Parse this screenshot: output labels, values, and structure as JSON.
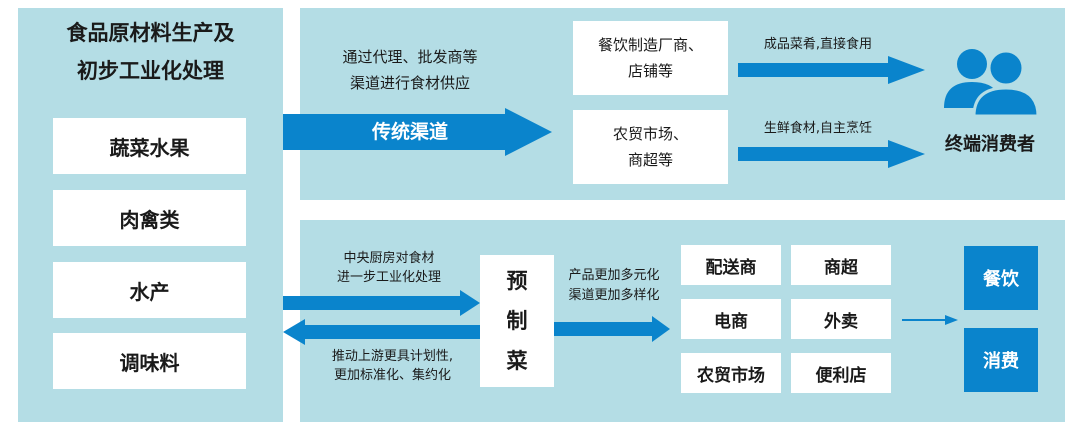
{
  "left_panel": {
    "title": "食品原材料生产及\n初步工业化处理",
    "items": [
      "蔬菜水果",
      "肉禽类",
      "水产",
      "调味料"
    ]
  },
  "top_panel": {
    "supply_text": "通过代理、批发商等\n渠道进行食材供应",
    "main_arrow_label": "传统渠道",
    "box1": "餐饮制造厂商、\n店铺等",
    "box2": "农贸市场、\n商超等",
    "arrow1_label": "成品菜肴,直接食用",
    "arrow2_label": "生鲜食材,自主烹饪",
    "consumer_label": "终端消费者",
    "consumer_icon": "users-icon"
  },
  "bottom_panel": {
    "upper_arrow_text": "中央厨房对食材\n进一步工业化处理",
    "lower_arrow_text": "推动上游更具计划性,\n更加标准化、集约化",
    "center_box": "预\n制\n菜",
    "middle_text": "产品更加多元化\n渠道更加多样化",
    "channels": [
      "配送商",
      "商超",
      "电商",
      "外卖",
      "农贸市场",
      "便利店"
    ],
    "final": [
      "餐饮",
      "消费"
    ]
  },
  "colors": {
    "panel": "#b4dde5",
    "arrow": "#0a84cc",
    "icon": "#0a84cc"
  }
}
